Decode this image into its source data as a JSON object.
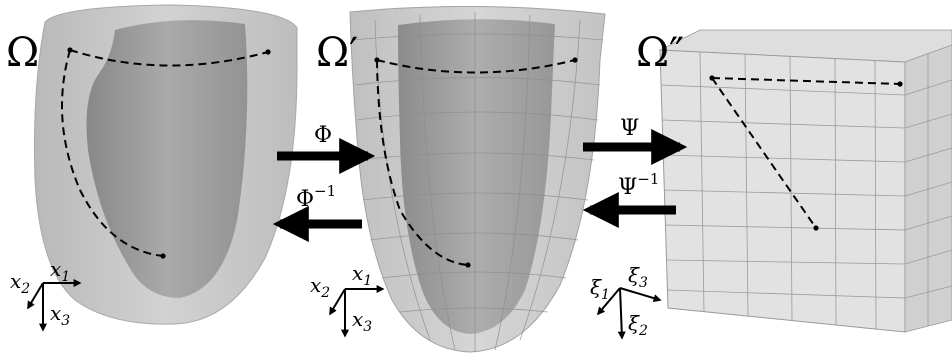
{
  "labels": {
    "omega": "Ω",
    "omega_prime": "Ω′",
    "omega_double_prime": "Ω″",
    "phi": "Φ",
    "phi_inv_base": "Φ",
    "psi": "Ψ",
    "psi_inv_base": "Ψ",
    "inverse_exp": "−1"
  },
  "axes_left": {
    "x1": "x",
    "x1_sub": "1",
    "x2": "x",
    "x2_sub": "2",
    "x3": "x",
    "x3_sub": "3"
  },
  "axes_middle": {
    "x1": "x",
    "x1_sub": "1",
    "x2": "x",
    "x2_sub": "2",
    "x3": "x",
    "x3_sub": "3"
  },
  "axes_right": {
    "xi1": "ξ",
    "xi1_sub": "1",
    "xi2": "ξ",
    "xi2_sub": "2",
    "xi3": "ξ",
    "xi3_sub": "3"
  },
  "colors": {
    "outer_shell": "#c6c6c6",
    "inner_cavity": "#8f8f8f",
    "grid_line": "#9a9a9a",
    "arrow": "#000000"
  }
}
